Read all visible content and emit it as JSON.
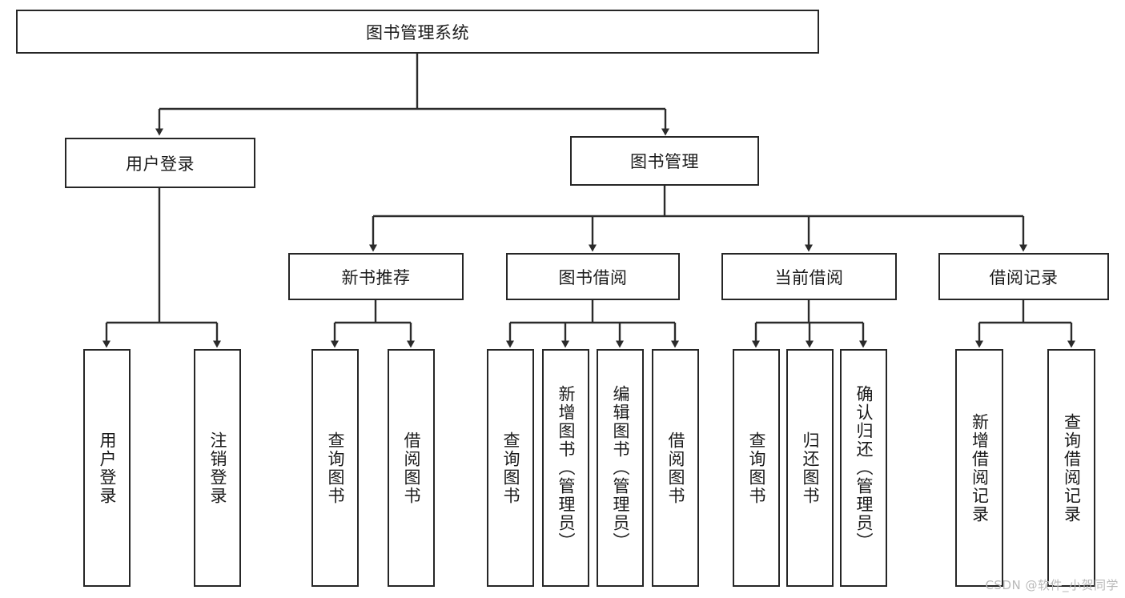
{
  "diagram": {
    "title": "图书管理系统",
    "type": "tree-hierarchy-diagram",
    "colors": {
      "stroke": "#262626",
      "fill": "#ffffff",
      "text": "#1a1a1a",
      "watermark": "#b9b9b9"
    },
    "nodes": {
      "root": {
        "label": "图书管理系统"
      },
      "level2": [
        {
          "id": "user-login",
          "label": "用户登录"
        },
        {
          "id": "book-management",
          "label": "图书管理"
        }
      ],
      "level3": [
        {
          "id": "new-book-recommend",
          "label": "新书推荐"
        },
        {
          "id": "book-borrow",
          "label": "图书借阅"
        },
        {
          "id": "current-borrow",
          "label": "当前借阅"
        },
        {
          "id": "borrow-record",
          "label": "借阅记录"
        }
      ],
      "leaves": {
        "user_login": [
          {
            "id": "leaf-user-login",
            "label": "用户登录"
          },
          {
            "id": "leaf-logout-login",
            "label": "注销登录"
          }
        ],
        "new_book_recommend": [
          {
            "id": "leaf-query-book-1",
            "label": "查询图书"
          },
          {
            "id": "leaf-borrow-book-1",
            "label": "借阅图书"
          }
        ],
        "book_borrow": [
          {
            "id": "leaf-query-book-2",
            "label": "查询图书"
          },
          {
            "id": "leaf-add-book",
            "label": "新增图书（管理员）"
          },
          {
            "id": "leaf-edit-book",
            "label": "编辑图书（管理员）"
          },
          {
            "id": "leaf-borrow-book-2",
            "label": "借阅图书"
          }
        ],
        "current_borrow": [
          {
            "id": "leaf-query-book-3",
            "label": "查询图书"
          },
          {
            "id": "leaf-return-book",
            "label": "归还图书"
          },
          {
            "id": "leaf-confirm-return",
            "label": "确认归还（管理员）"
          }
        ],
        "borrow_record": [
          {
            "id": "leaf-add-borrow-record",
            "label": "新增借阅记录"
          },
          {
            "id": "leaf-query-borrow-record",
            "label": "查询借阅记录"
          }
        ]
      }
    },
    "watermark": "CSDN @软件_小贺同学"
  }
}
